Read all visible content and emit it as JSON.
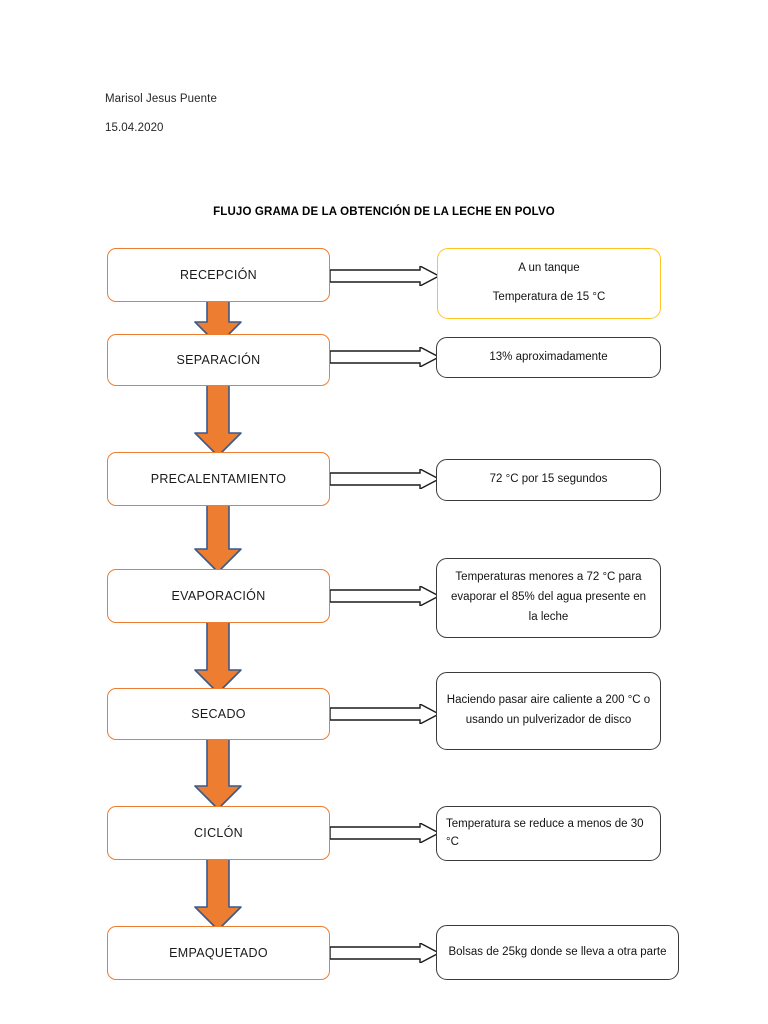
{
  "document": {
    "author": "Marisol Jesus Puente",
    "date": "15.04.2020",
    "title": "FLUJO GRAMA DE LA OBTENCIÓN DE LA LECHE EN POLVO"
  },
  "colors": {
    "stage_border": "#ED7D31",
    "note_border": "#3B3B3B",
    "note_border_accent": "#FFC424",
    "down_arrow_fill": "#ED7D31",
    "down_arrow_outline": "#3A5A8C",
    "connector_fill": "#FFFFFF",
    "connector_outline": "#1A1A1A",
    "text": "#141414"
  },
  "chart_data": {
    "type": "diagram",
    "diagram_kind": "process-flowchart",
    "title": "FLUJO GRAMA DE LA OBTENCIÓN DE LA LECHE EN POLVO",
    "orientation": "vertical",
    "stages": [
      {
        "id": "recepcion",
        "label": "RECEPCIÓN",
        "note_lines": [
          "A un tanque",
          "Temperatura de 15 °C"
        ],
        "note_align": "center",
        "note_accent": true,
        "note_spaced": true
      },
      {
        "id": "separacion",
        "label": "SEPARACIÓN",
        "note_lines": [
          "13% aproximadamente"
        ],
        "note_align": "center",
        "note_accent": false,
        "note_spaced": false
      },
      {
        "id": "precalentamiento",
        "label": "PRECALENTAMIENTO",
        "note_lines": [
          "72 °C por 15 segundos"
        ],
        "note_align": "center",
        "note_accent": false,
        "note_spaced": false
      },
      {
        "id": "evaporacion",
        "label": "EVAPORACIÓN",
        "note_lines": [
          "Temperaturas menores a 72 °C para evaporar el 85% del agua presente en la leche"
        ],
        "note_align": "center",
        "note_accent": false,
        "note_spaced": false
      },
      {
        "id": "secado",
        "label": "SECADO",
        "note_lines": [
          "Haciendo pasar aire caliente a 200 °C o usando un pulverizador de disco"
        ],
        "note_align": "center",
        "note_accent": false,
        "note_spaced": false
      },
      {
        "id": "ciclon",
        "label": "CICLÓN",
        "note_lines": [
          "Temperatura se reduce a menos de 30 °C"
        ],
        "note_align": "left",
        "note_accent": false,
        "note_spaced": false
      },
      {
        "id": "empaquetado",
        "label": "EMPAQUETADO",
        "note_lines": [
          "Bolsas de 25kg donde se lleva a otra parte"
        ],
        "note_align": "center",
        "note_accent": false,
        "note_spaced": false
      }
    ],
    "connections": {
      "stage_to_stage": "solid orange block arrow pointing down",
      "stage_to_note": "hollow white block arrow pointing right"
    }
  }
}
